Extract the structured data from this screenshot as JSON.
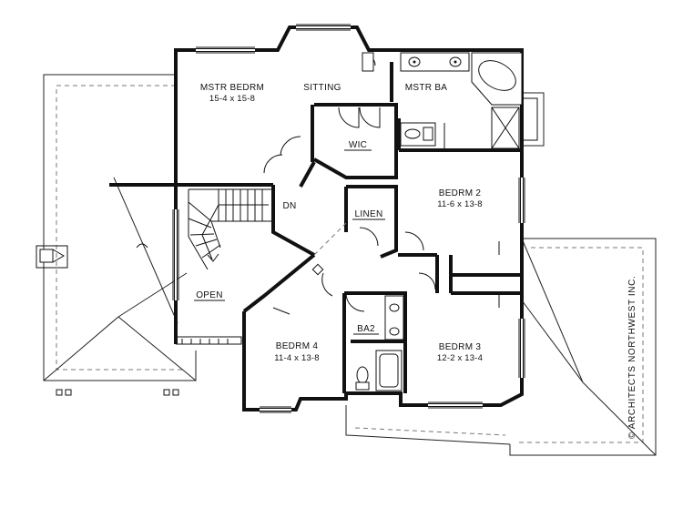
{
  "rooms": {
    "master_bedroom": {
      "name": "MSTR BEDRM",
      "dims": "15-4 x 15-8"
    },
    "sitting": {
      "name": "SITTING"
    },
    "master_bath": {
      "name": "MSTR BA"
    },
    "walk_in_closet": {
      "name": "WIC"
    },
    "bedroom_2": {
      "name": "BEDRM 2",
      "dims": "11-6 x 13-8"
    },
    "linen": {
      "name": "LINEN"
    },
    "stair_down": {
      "name": "DN"
    },
    "open_to_below": {
      "name": "OPEN"
    },
    "bath_2": {
      "name": "BA2"
    },
    "bedroom_4": {
      "name": "BEDRM 4",
      "dims": "11-4 x 13-8"
    },
    "bedroom_3": {
      "name": "BEDRM 3",
      "dims": "12-2 x 13-4"
    }
  },
  "copyright": "© ARCHITECTS NORTHWEST INC."
}
